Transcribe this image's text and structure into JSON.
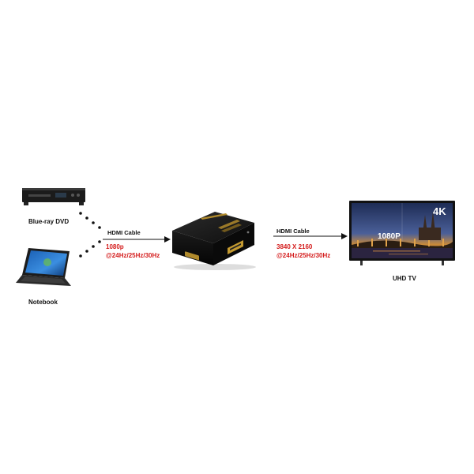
{
  "sources": {
    "bluray_label": "Blue-ray DVD",
    "notebook_label": "Notebook"
  },
  "input_link": {
    "cable_label": "HDMI Cable",
    "resolution": "1080p",
    "rates": "@24Hz/25Hz/30Hz"
  },
  "output_link": {
    "cable_label": "HDMI  Cable",
    "resolution": "3840 X 2160",
    "rates": "@24Hz/25Hz/30Hz"
  },
  "tv": {
    "label": "UHD TV",
    "screen_badge_4k": "4K",
    "screen_badge_1080p": "1080P"
  },
  "colors": {
    "accent_red": "#d41c1c",
    "device_black": "#111111",
    "gold": "#b08a2c"
  }
}
